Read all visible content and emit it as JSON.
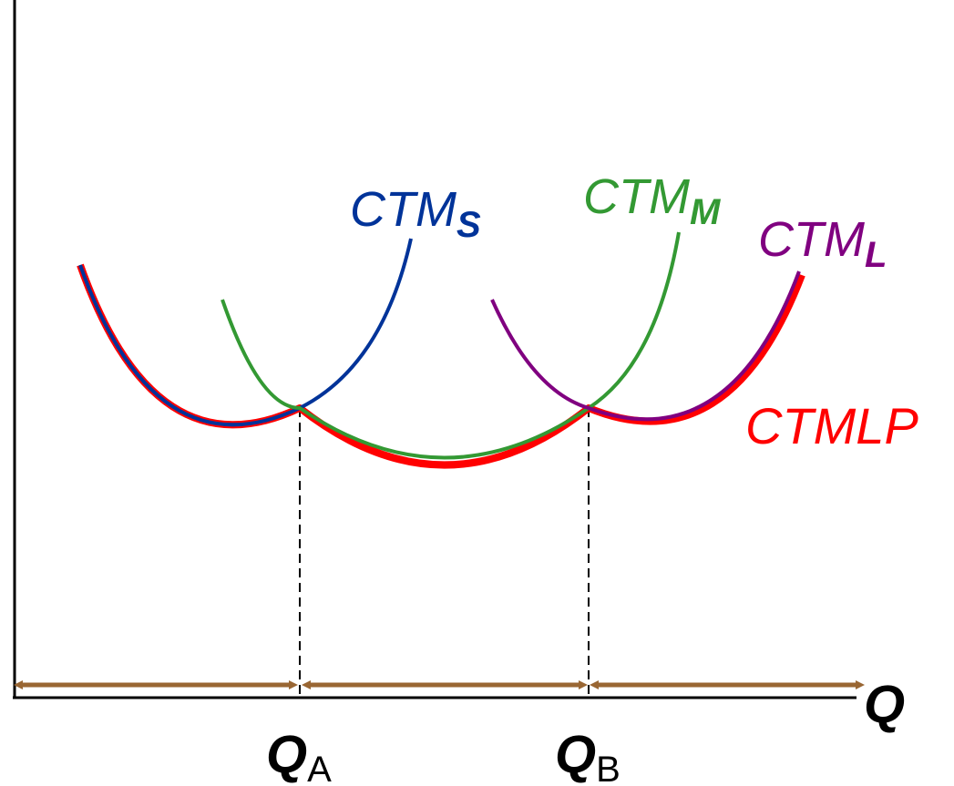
{
  "diagram": {
    "curves": {
      "short": {
        "name": "CTM",
        "sub": "S",
        "color": "#003399"
      },
      "medium": {
        "name": "CTM",
        "sub": "M",
        "color": "#339933"
      },
      "long": {
        "name": "CTM",
        "sub": "L",
        "color": "#800080"
      },
      "envelope": {
        "name": "CTMLP",
        "color": "#ff0000"
      }
    },
    "axis": {
      "x_label": "Q"
    },
    "thresholds": [
      {
        "main": "Q",
        "sub": "A"
      },
      {
        "main": "Q",
        "sub": "B"
      }
    ],
    "colors": {
      "axis": "#000000",
      "arrows": "#996633",
      "dashed": "#000000"
    }
  }
}
